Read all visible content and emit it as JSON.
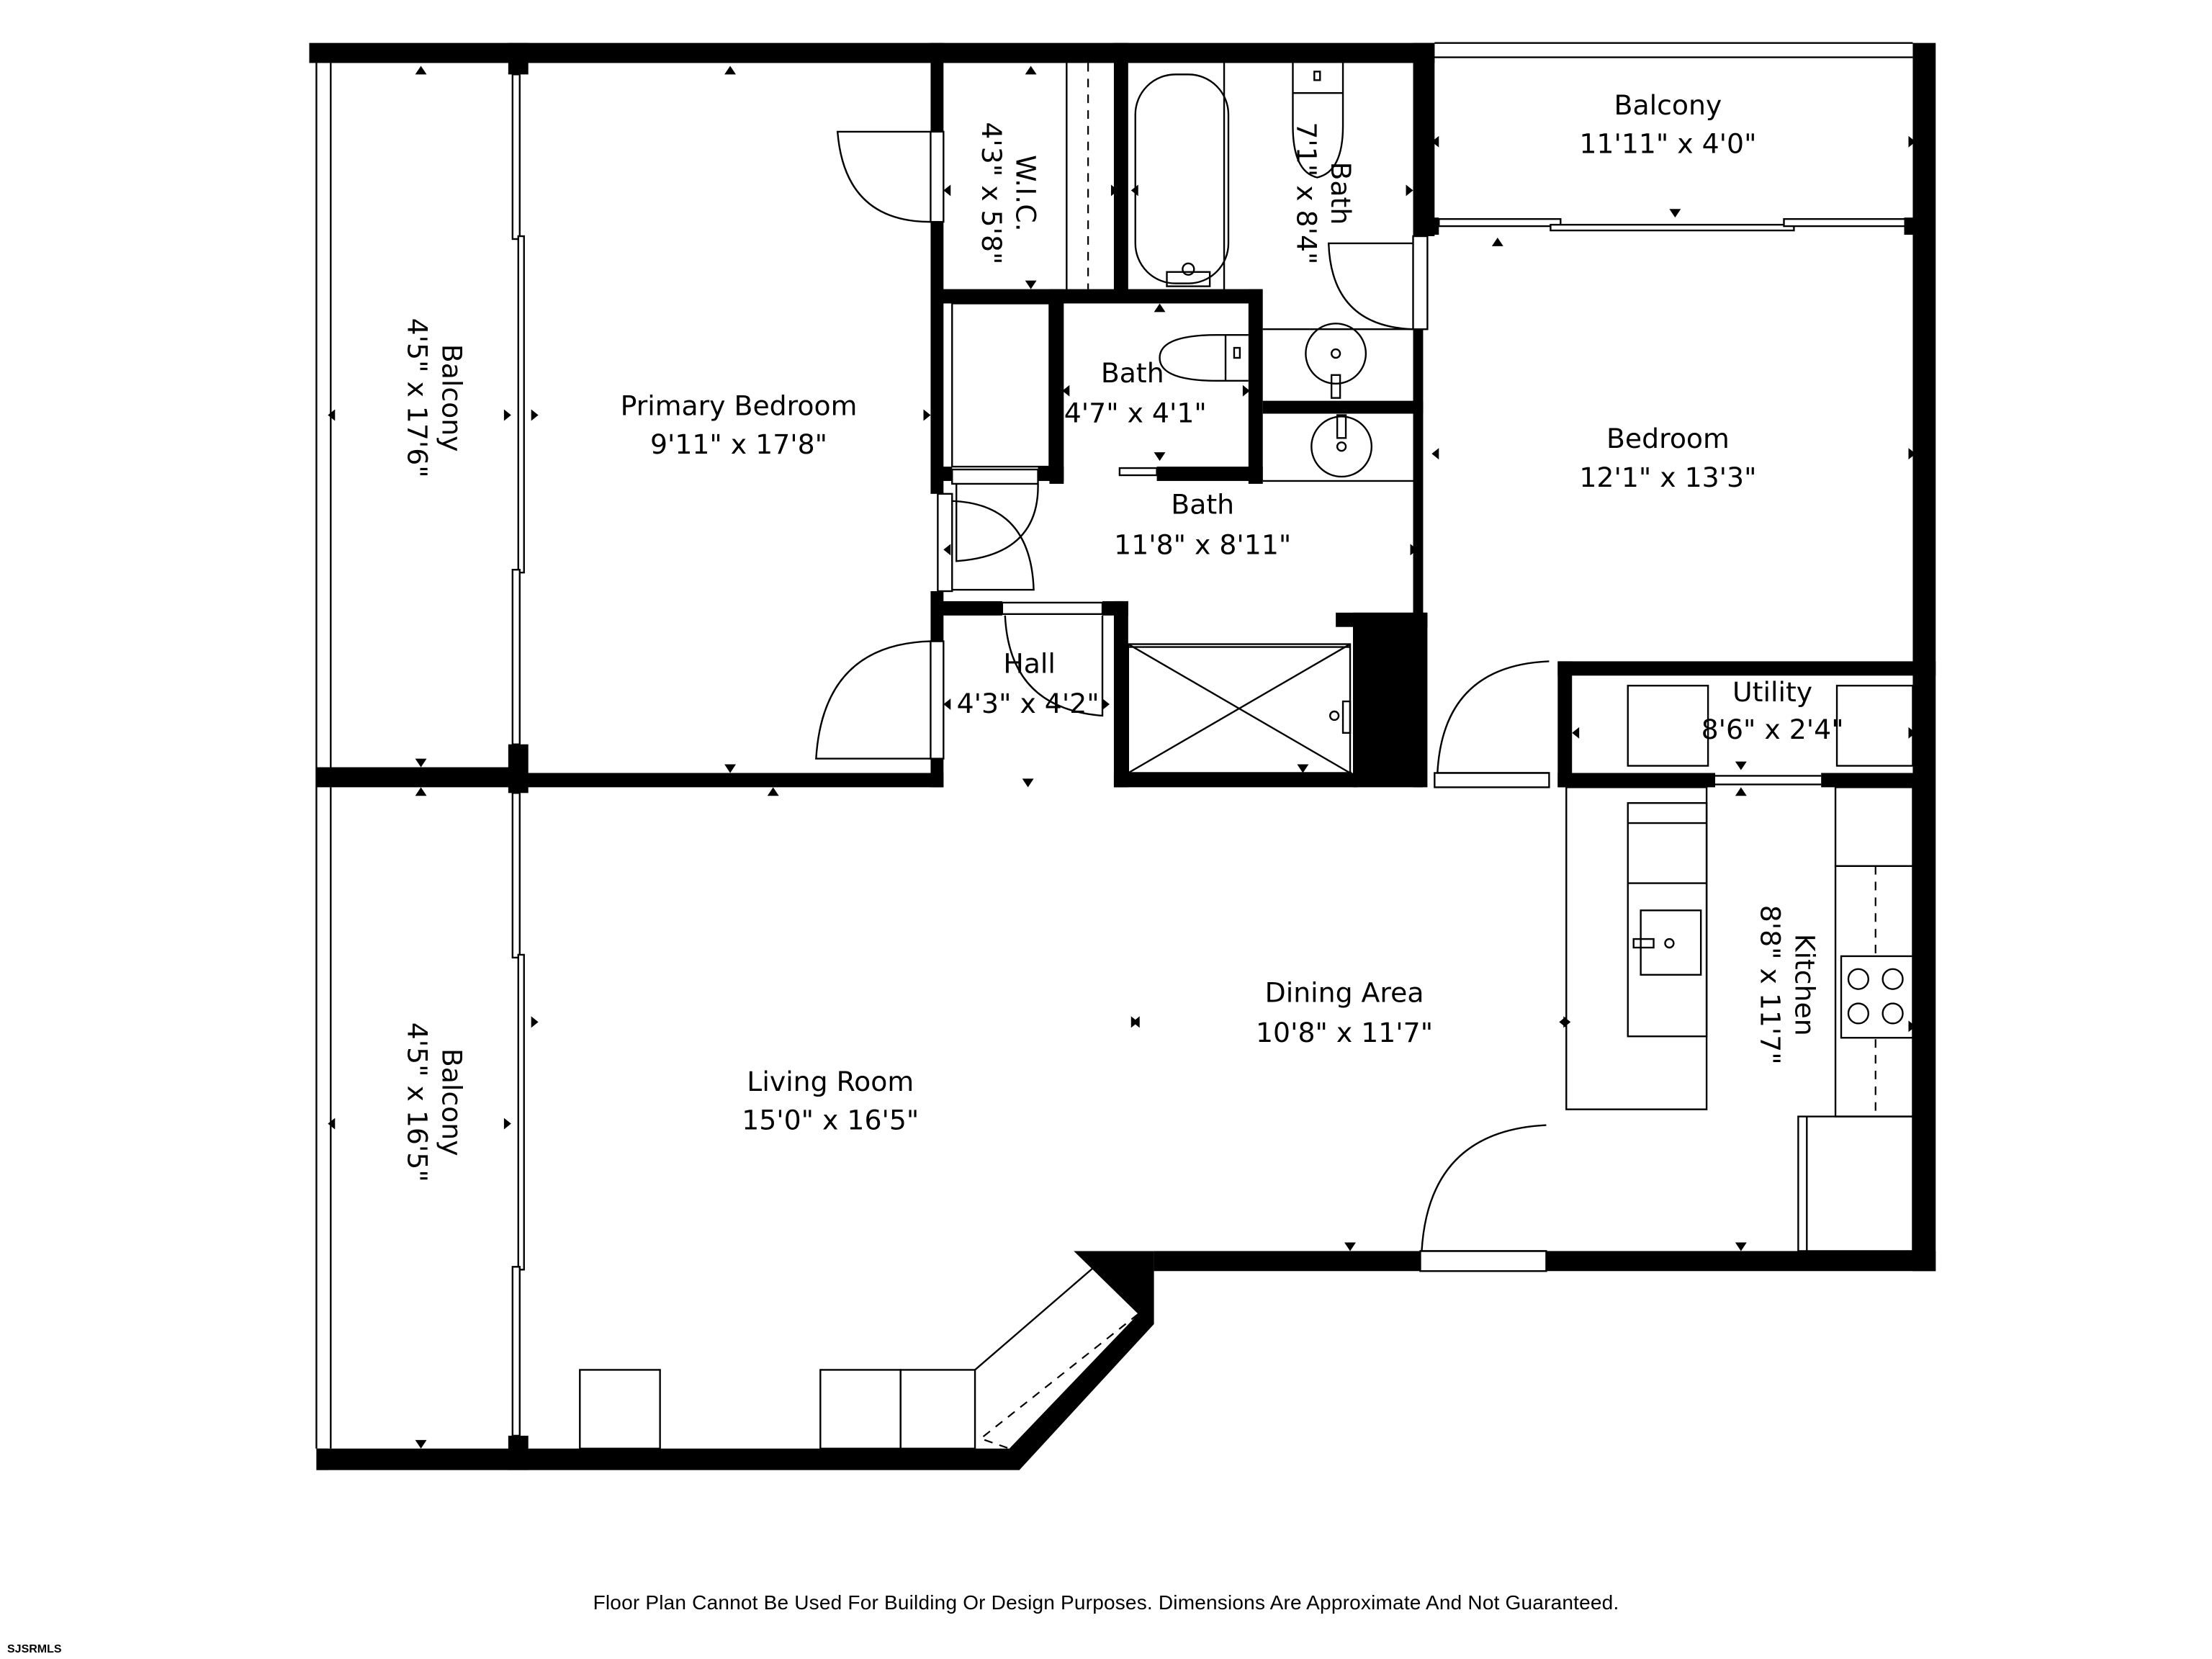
{
  "rooms": {
    "balcony_upper_left": {
      "name": "Balcony",
      "dims": "4'5\" x 17'6\""
    },
    "primary_bedroom": {
      "name": "Primary Bedroom",
      "dims": "9'11\" x 17'8\""
    },
    "wic": {
      "name": "W.I.C.",
      "dims": "4'3\" x 5'8\""
    },
    "bath_tub": {
      "name": "Bath",
      "dims": "7'1\" x 8'4\""
    },
    "balcony_upper_right": {
      "name": "Balcony",
      "dims": "11'11\" x 4'0\""
    },
    "bath_small": {
      "name": "Bath",
      "dims": "4'7\" x 4'1\""
    },
    "bath_main": {
      "name": "Bath",
      "dims": "11'8\" x 8'11\""
    },
    "bedroom": {
      "name": "Bedroom",
      "dims": "12'1\" x 13'3\""
    },
    "hall": {
      "name": "Hall",
      "dims": "4'3\" x 4'2\""
    },
    "utility": {
      "name": "Utility",
      "dims": "8'6\" x 2'4\""
    },
    "kitchen": {
      "name": "Kitchen",
      "dims": "8'8\" x 11'7\""
    },
    "dining_area": {
      "name": "Dining Area",
      "dims": "10'8\" x 11'7\""
    },
    "living_room": {
      "name": "Living Room",
      "dims": "15'0\" x 16'5\""
    },
    "balcony_lower_left": {
      "name": "Balcony",
      "dims": "4'5\" x 16'5\""
    }
  },
  "footer": {
    "disclaimer": "Floor Plan Cannot Be Used For Building Or Design Purposes. Dimensions Are Approximate And Not Guaranteed.",
    "source_mark": "SJSRMLS"
  },
  "colors": {
    "wall": "#000000",
    "background": "#ffffff"
  }
}
